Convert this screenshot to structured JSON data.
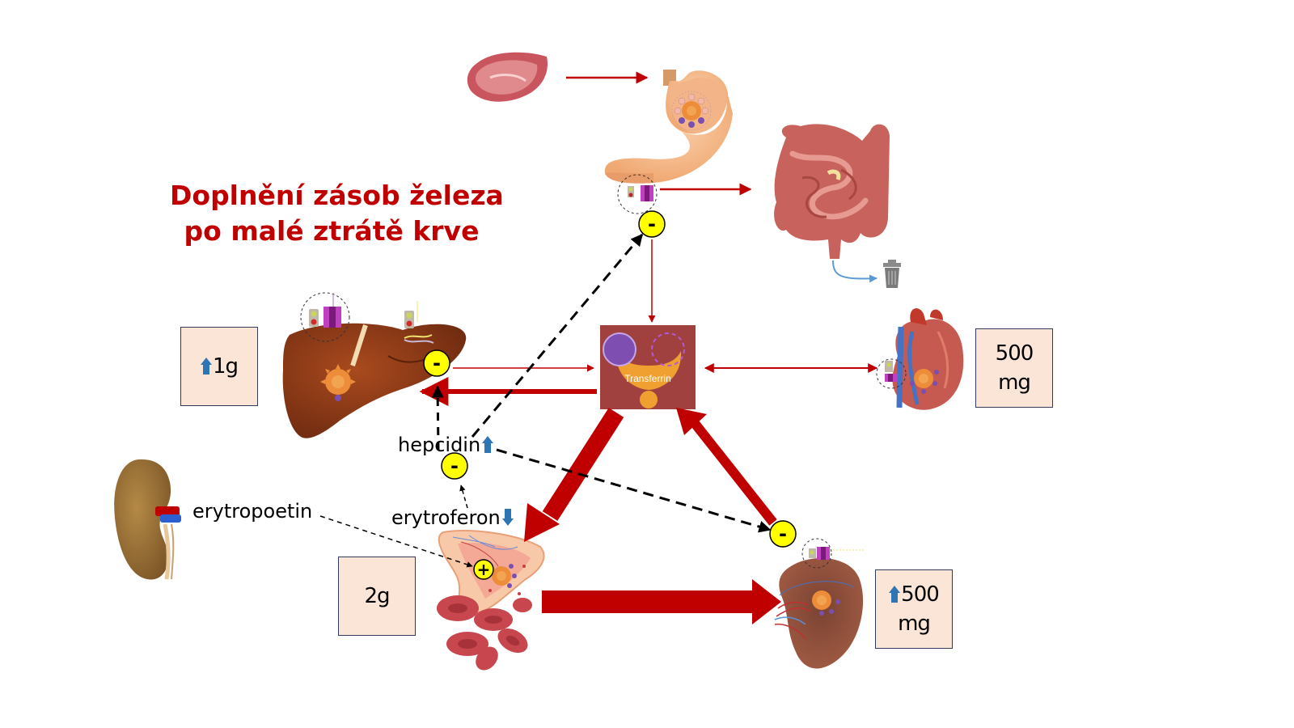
{
  "title": {
    "line1": "Doplnění zásob železa",
    "line2": "po malé ztrátě krve"
  },
  "labels": {
    "transferrin": "Transferrin",
    "hepcidin": "hepcidin",
    "erytroferon": "erytroferon",
    "erytropoetin": "erytropoetin"
  },
  "boxes": {
    "liver_store": "1g",
    "heart_store_value": "500",
    "heart_store_unit": "mg",
    "marrow_store": "2g",
    "spleen_store_value": "500",
    "spleen_store_unit": "mg"
  },
  "signs": {
    "minus": "-",
    "plus": "+"
  },
  "icons": {
    "up_arrow": "blue-up-arrow-icon",
    "down_arrow": "blue-down-arrow-icon",
    "trash": "trash-can-icon"
  },
  "colors": {
    "title": "#c00000",
    "arrow": "#c00000",
    "box_fill": "#fbe5d6",
    "box_border": "#2f3b59",
    "regulator": "#ffff00",
    "transferrin_box": "#a0413f",
    "indicator_arrow": "#2e75b6"
  }
}
